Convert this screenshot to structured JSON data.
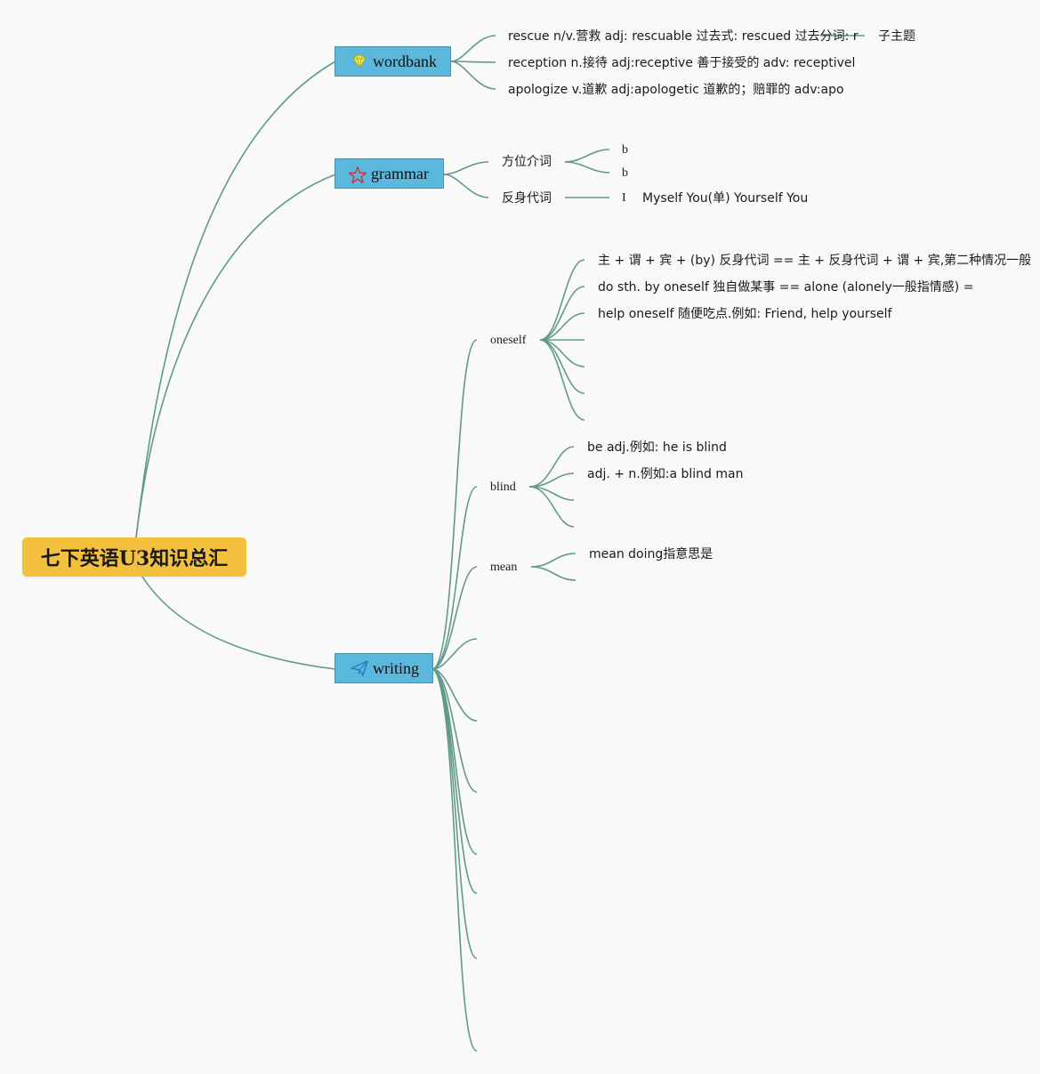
{
  "root": {
    "title": "七下英语U3知识总汇"
  },
  "branches": {
    "wordbank": {
      "label": "wordbank",
      "icon": "diamond-icon",
      "items": [
        "rescue n/v.营救 adj: rescuable 过去式: rescued 过去分词: r",
        "reception n.接待 adj:receptive 善于接受的 adv: receptivel",
        "apologize v.道歉 adj:apologetic 道歉的；赔罪的 adv:apo"
      ],
      "subtopic": "子主题"
    },
    "grammar": {
      "label": "grammar",
      "icon": "star-icon",
      "items": [
        {
          "label": "方位介词",
          "children": [
            "b",
            "b"
          ]
        },
        {
          "label": "反身代词",
          "children": [
            "I"
          ],
          "detail": "Myself You(单) Yourself You"
        }
      ]
    },
    "writing": {
      "label": "writing",
      "icon": "paper-plane-icon",
      "items": [
        {
          "label": "oneself",
          "children": [
            "主 + 谓 + 宾 + (by) 反身代词 == 主 + 反身代词 + 谓 + 宾,第二种情况一般",
            "do sth. by oneself 独自做某事 == alone (alonely一般指情感) =",
            "help oneself 随便吃点.例如: Friend, help yourself"
          ]
        },
        {
          "label": "blind",
          "children": [
            "be adj.例如: he is blind",
            "adj. + n.例如:a blind man"
          ]
        },
        {
          "label": "mean",
          "children": [
            "mean doing指意思是"
          ]
        }
      ]
    }
  },
  "colors": {
    "root": "#f4c13f",
    "branch": "#5bb8dc",
    "edge": "#5f9a8a",
    "background": "#f9f9f9"
  }
}
